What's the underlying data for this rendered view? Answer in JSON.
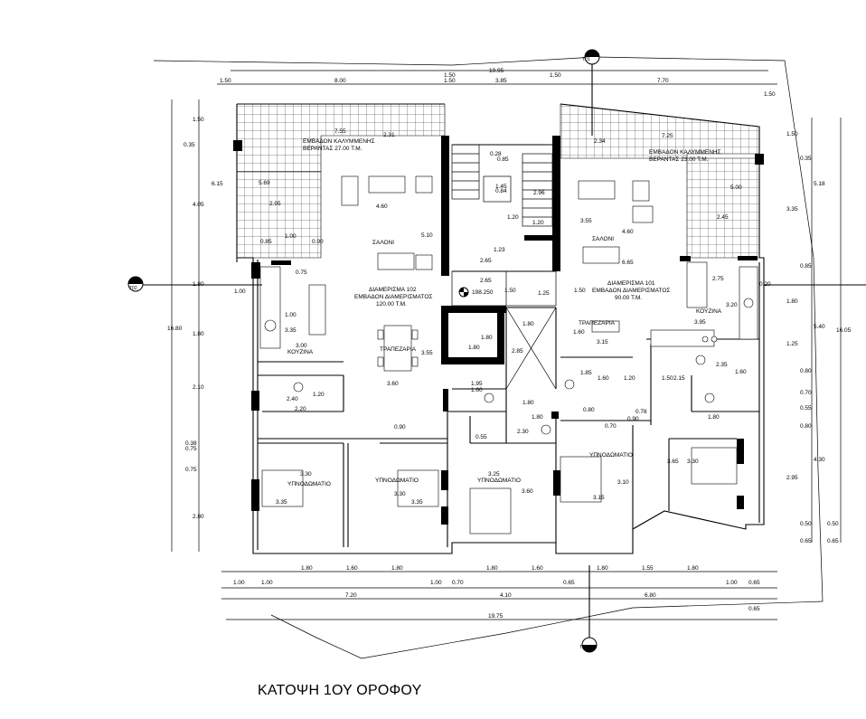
{
  "title": "ΚΑΤΟΨΗ 1ΟΥ ΟΡΟΦΟΥ",
  "sections": [
    "T01",
    "T01",
    "T02"
  ],
  "elevation": "198.250",
  "apartment_102": {
    "name": "ΔΙΑΜΕΡΙΣΜΑ 102",
    "area_label": "ΕΜΒΑΔΟΝ ΔΙΑΜΕΡΙΣΜΑΤΟΣ",
    "area": "120.00 Τ.Μ.",
    "veranda_label": "ΕΜΒΑΔΟΝ ΚΑΛΥΜΜΕΝΗΣ",
    "veranda_area": "ΒΕΡΑΝΤΑΣ 27.00 Τ.Μ."
  },
  "apartment_101": {
    "name": "ΔΙΑΜΕΡΙΣΜΑ 101",
    "area_label": "ΕΜΒΑΔΟΝ ΔΙΑΜΕΡΙΣΜΑΤΟΣ",
    "area": "90.00 Τ.Μ.",
    "veranda_label": "ΕΜΒΑΔΟΝ ΚΑΛΥΜΜΕΝΗΣ",
    "veranda_area": "ΒΕΡΑΝΤΑΣ 23.00 Τ.Μ."
  },
  "rooms": {
    "saloni": "ΣΑΛΟΝΙ",
    "kouzina": "ΚΟΥΖΙΝΑ",
    "trapezaria": "ΤΡΑΠΕΖΑΡΙΑ",
    "ypnodomatio": "ΥΠΝΟΔΩΜΑΤΙΟ"
  },
  "dimensions": {
    "top_total": "19.95",
    "top_row": [
      "1.50",
      "8.00",
      "1.50",
      "3.85",
      "1.50",
      "7.70",
      "1.50"
    ],
    "top_single": "1.50",
    "bottom_row1": [
      "1.80",
      "1.60",
      "1.80",
      "1.80",
      "1.60",
      "1.80",
      "1.55",
      "1.80"
    ],
    "bottom_row2": [
      "1.00",
      "1.00",
      "1.00",
      "0.70",
      "0.65",
      "1.00",
      "0.65"
    ],
    "bottom_row3": [
      "7.20",
      "4.10",
      "6.80"
    ],
    "bottom_extra": "0.65",
    "bottom_total": "19.75",
    "left_outer": "16.80",
    "left_col": [
      "1.50",
      "0.35",
      "6.15",
      "4.05",
      "1.80",
      "1.80",
      "2.10",
      "0.38",
      "0.75",
      "0.75",
      "2.80"
    ],
    "right_outer": "16.05",
    "right_col1": [
      "1.50",
      "0.35",
      "3.35",
      "0.85",
      "1.80",
      "1.25",
      "0.80",
      "0.70",
      "0.55",
      "0.80",
      "2.95",
      "0.50",
      "0.65"
    ],
    "right_col2": [
      "5.18",
      "5.40",
      "4.30",
      "0.50",
      "0.65"
    ],
    "interior": [
      "7.55",
      "2.31",
      "5.69",
      "2.95",
      "4.60",
      "0.85",
      "1.00",
      "0.90",
      "5.10",
      "0.75",
      "1.00",
      "1.00",
      "3.35",
      "3.00",
      "3.55",
      "3.60",
      "2.40",
      "1.20",
      "2.20",
      "0.90",
      "3.30",
      "3.35",
      "3.30",
      "3.35",
      "3.25",
      "3.60",
      "0.28",
      "0.85",
      "1.45",
      "0.84",
      "2.96",
      "1.20",
      "1.20",
      "1.23",
      "2.65",
      "2.65",
      "1.50",
      "1.25",
      "1.80",
      "1.80",
      "1.80",
      "2.85",
      "1.95",
      "1.60",
      "1.80",
      "1.80",
      "0.55",
      "2.30",
      "7.25",
      "2.34",
      "5.00",
      "2.45",
      "3.55",
      "4.60",
      "6.65",
      "2.75",
      "0.20",
      "3.20",
      "3.95",
      "1.50",
      "1.60",
      "3.15",
      "1.85",
      "1.60",
      "1.20",
      "1.50",
      "2.15",
      "2.35",
      "1.60",
      "0.80",
      "0.78",
      "0.90",
      "0.70",
      "1.80",
      "3.65",
      "3.30",
      "3.10",
      "3.15"
    ]
  }
}
